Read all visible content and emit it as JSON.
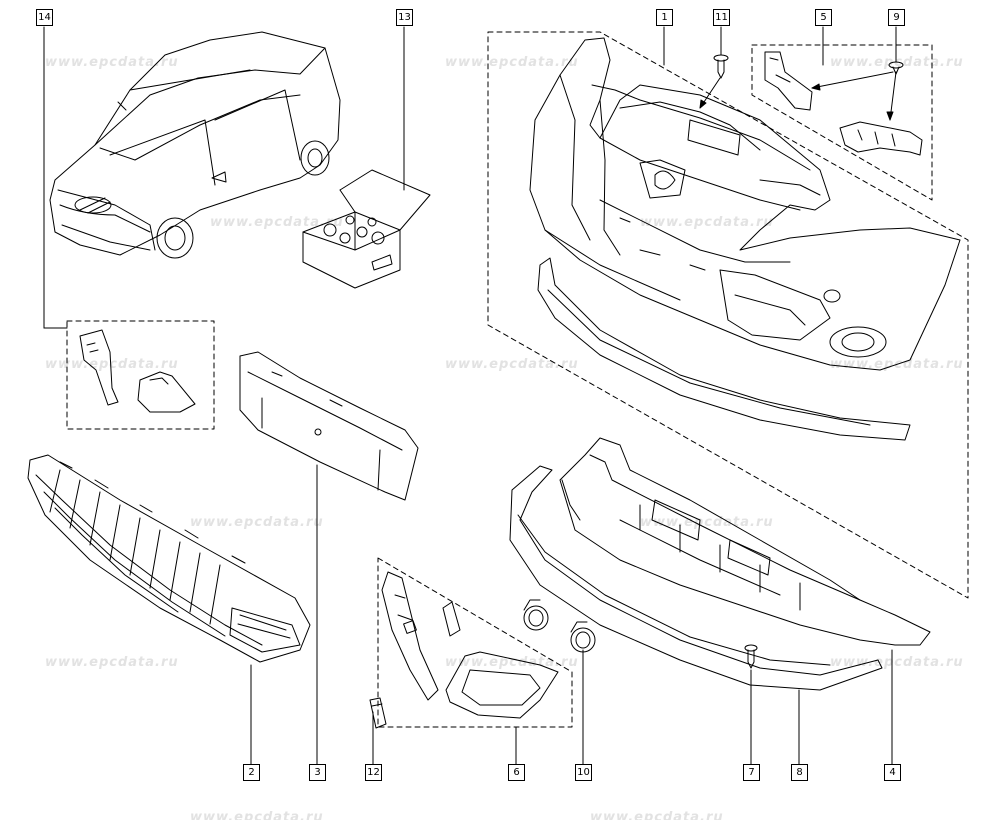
{
  "watermark": "www.epcdata.ru",
  "callouts": {
    "c1": "1",
    "c2": "2",
    "c3": "3",
    "c4": "4",
    "c5": "5",
    "c6": "6",
    "c7": "7",
    "c8": "8",
    "c9": "9",
    "c10": "10",
    "c11": "11",
    "c12": "12",
    "c13": "13",
    "c14": "14"
  },
  "colors": {
    "line": "#000000",
    "watermark": "#e2e2e2",
    "background": "#ffffff"
  },
  "icons": {
    "vehicle": "car-icon",
    "kit": "fastener-kit-box-icon",
    "bumper": "front-bumper-icon",
    "grille": "lower-grille-icon",
    "spacer": "bumper-spacer-icon",
    "undertray": "engine-undertray-icon",
    "foglamp_trim": "fog-lamp-surround-icon",
    "foglamp": "fog-lamp-icon",
    "clip": "clip-icon",
    "bracket": "bumper-bracket-icon",
    "screw": "screw-icon",
    "spoiler": "lower-spoiler-strip-icon",
    "cover": "tow-hook-cover-icon"
  }
}
